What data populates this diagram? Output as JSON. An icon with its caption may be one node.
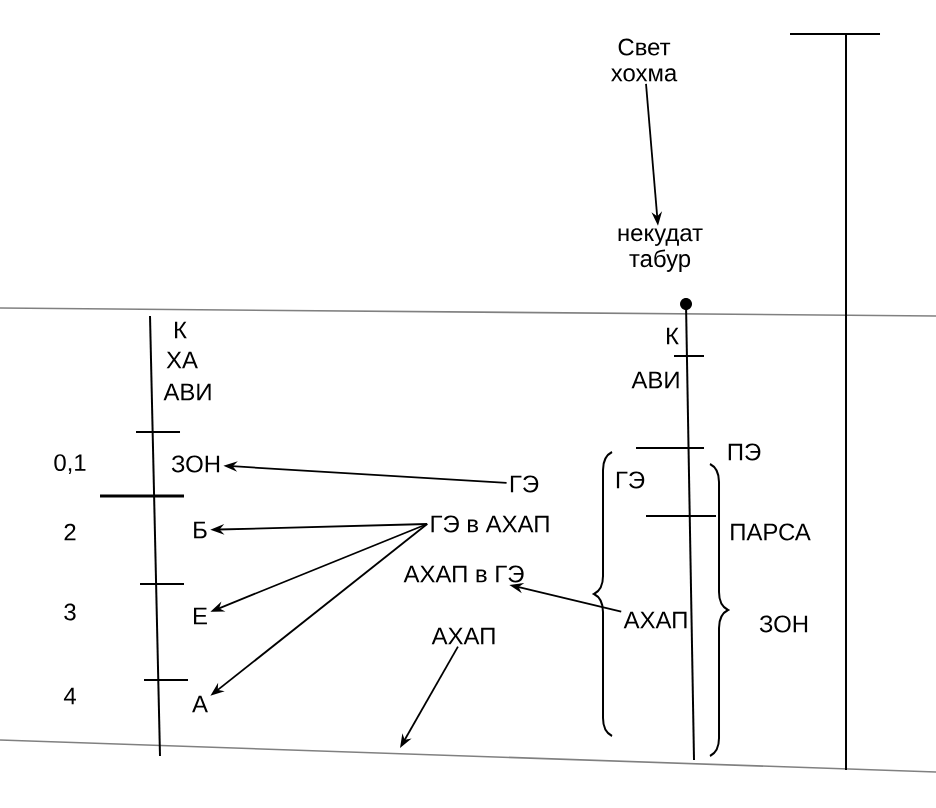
{
  "diagram": {
    "nodes": [
      {
        "text": [
          "Свет хохма"
        ]
      },
      {
        "text": [
          "некудат табур"
        ]
      },
      {
        "text": [
          "ЗОН"
        ]
      },
      {
        "text": [
          "ГЭ"
        ]
      },
      {
        "text": [
          "Б"
        ]
      },
      {
        "text": [
          "ГЭ в АХАП"
        ]
      },
      {
        "text": [
          "АХАП в ГЭ"
        ]
      },
      {
        "text": [
          "АХАП"
        ]
      },
      {
        "text": [
          "Е"
        ]
      },
      {
        "text": [
          "АХАП"
        ]
      },
      {
        "text": [
          "А"
        ]
      }
    ],
    "edges": [
      {
        "from": 0,
        "to": 1,
        "arrow": "to"
      },
      {
        "from": 3,
        "to": 2,
        "arrow": "to"
      },
      {
        "from": 5,
        "to": 4,
        "arrow": "to"
      },
      {
        "from": 5,
        "to": 8,
        "arrow": "to"
      },
      {
        "from": 5,
        "to": 10,
        "arrow": "to"
      },
      {
        "from": 7,
        "to": 6,
        "arrow": "to"
      },
      {
        "from": 9,
        "to": null,
        "arrow": "to"
      }
    ],
    "labels": [
      "К",
      "ХА",
      "АВИ",
      "К",
      "АВИ",
      "0,1",
      "ПЭ",
      "ГЭ",
      "ПАРСА",
      "2",
      "3",
      "ЗОН",
      "4"
    ]
  }
}
